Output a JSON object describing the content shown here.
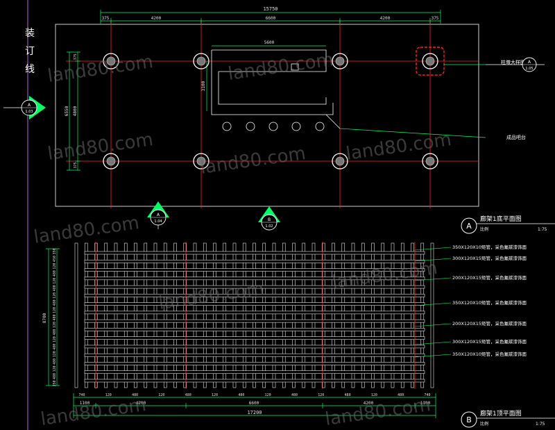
{
  "margin_label": [
    "装",
    "订",
    "线"
  ],
  "plan": {
    "overall_width": "15750",
    "top_dims": [
      "375",
      "4200",
      "6600",
      "4200",
      "375"
    ],
    "inner_dim": "5600",
    "left_dims": [
      "375",
      "6550",
      "4800",
      "375"
    ],
    "inner_vertical": "3100",
    "callout_column": "柱墩大样图",
    "callout_counter": "成品吧台",
    "detail_ref": {
      "letter": "A",
      "sheet": "1.05"
    },
    "section_left": {
      "letter": "A",
      "sheet": "1.03"
    },
    "section_bottom_a": {
      "letter": "A",
      "sheet": "1.04"
    },
    "section_bottom_b": {
      "letter": "B",
      "sheet": "1.02"
    }
  },
  "title_a": {
    "letter": "A",
    "title": "廊架1底平面图",
    "sub": "比例",
    "scale": "1:75"
  },
  "title_b": {
    "letter": "B",
    "title": "廊架1顶平面图",
    "sub": "比例",
    "scale": "1:75"
  },
  "roof": {
    "overall_height": "8700",
    "left_dims": [
      "350",
      "450",
      "120",
      "480",
      "120",
      "480",
      "120",
      "480",
      "120",
      "480",
      "120",
      "480",
      "120",
      "480",
      "120",
      "480",
      "120",
      "480",
      "350"
    ],
    "bottom_pitch": [
      "740",
      "120",
      "480",
      "120",
      "480",
      "120",
      "480",
      "120",
      "480",
      "120",
      "480",
      "120",
      "480",
      "740"
    ],
    "bottom_spans": [
      "1100",
      "4200",
      "6600",
      "4200",
      "1100"
    ],
    "overall_width": "17200",
    "labels": [
      "350X120X10矩管，采色氟碳漆饰面",
      "300X120X15矩管，采色氟碳漆饰面",
      "200X120X15矩管，采色氟碳漆饰面",
      "350X120X10矩管，采色氟碳漆饰面",
      "200X120X15矩管，采色氟碳漆饰面",
      "300X120X15矩管，采色氟碳漆饰面",
      "350X120X10矩管，采色氟碳漆饰面"
    ]
  },
  "watermark": "land80.com",
  "colors": {
    "background": "#000000",
    "axis": "#ff2020",
    "dims": "#00ff66",
    "lines": "#ffffff",
    "callout": "#00ff66"
  }
}
